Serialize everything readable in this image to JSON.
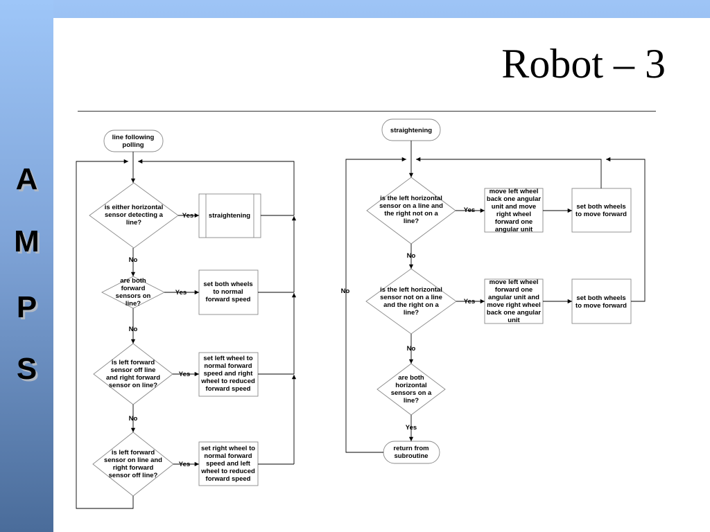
{
  "title": "Robot – 3",
  "sidebar": [
    "A",
    "M",
    "P",
    "S"
  ],
  "left": {
    "start": [
      "line following",
      "polling"
    ],
    "d1": [
      "is either horizontal",
      "sensor detecting a",
      "line?"
    ],
    "straightening": "straightening",
    "d2": [
      "are both",
      "forward",
      "sensors on",
      "line?"
    ],
    "b2": [
      "set both wheels",
      "to normal",
      "forward speed"
    ],
    "d3": [
      "is left forward",
      "sensor off line",
      "and right forward",
      "sensor on line?"
    ],
    "b3": [
      "set  left wheel to",
      "normal forward",
      "speed and right",
      "wheel to reduced",
      "forward speed"
    ],
    "d4": [
      "is left forward",
      "sensor on line and",
      "right forward",
      "sensor off line?"
    ],
    "b4": [
      "set right wheel to",
      "normal forward",
      "speed and left",
      "wheel to reduced",
      "forward speed"
    ]
  },
  "right": {
    "start": "straightening",
    "d1": [
      "is the left horizontal",
      "sensor on a line and",
      "the right not on a",
      "line?"
    ],
    "a1": [
      "move left wheel",
      "back one angular",
      "unit and move",
      "right wheel",
      "forward one",
      "angular unit"
    ],
    "b1": [
      "set both wheels",
      "to move forward"
    ],
    "d2": [
      "is the left horizontal",
      "sensor not on a line",
      "and the right on a",
      "line?"
    ],
    "a2": [
      "move left wheel",
      "forward one",
      "angular unit and",
      "move right wheel",
      "back one angular",
      "unit"
    ],
    "b2": [
      "set both wheels",
      "to move forward"
    ],
    "d3": [
      "are both",
      "horizontal",
      "sensors on a",
      "line?"
    ],
    "end": [
      "return from",
      "subroutine"
    ]
  },
  "labels": {
    "yes": "Yes",
    "no": "No"
  }
}
